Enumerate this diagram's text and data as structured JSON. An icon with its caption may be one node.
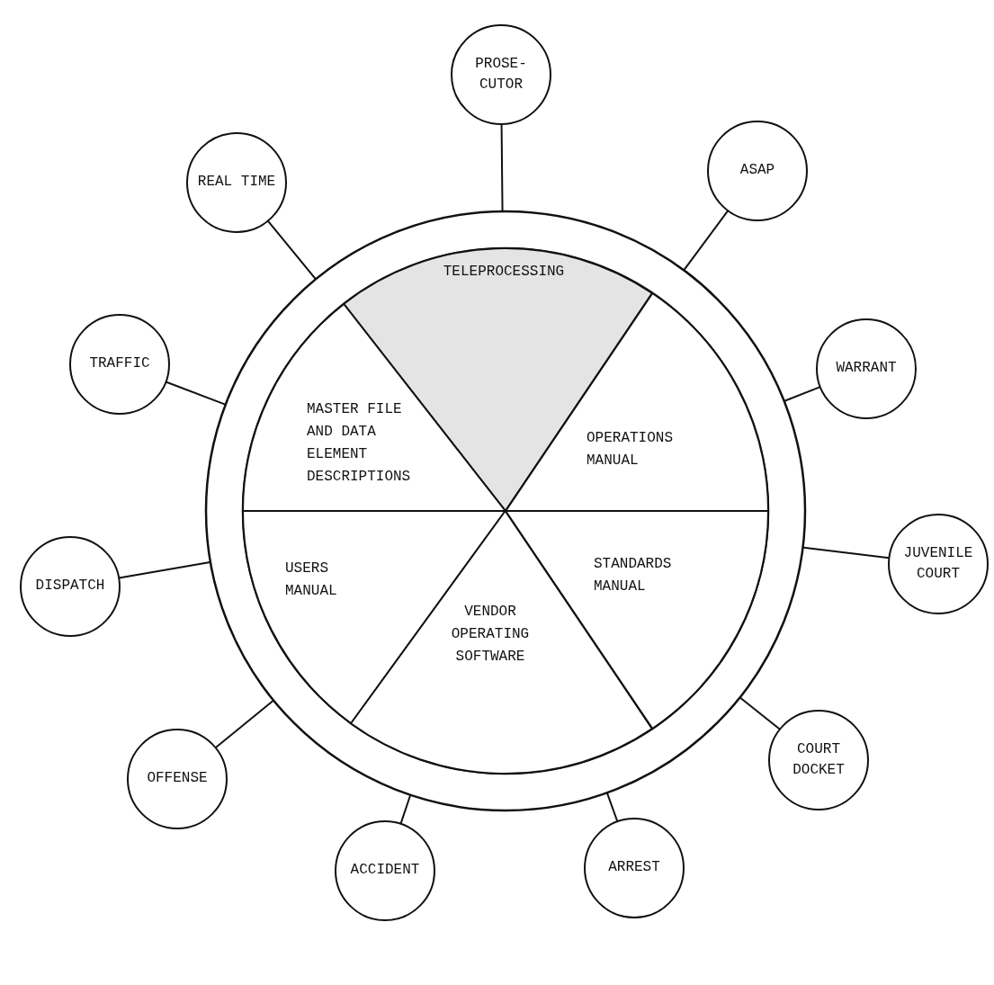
{
  "diagram": {
    "nodes": [
      {
        "text": [],
        "shape": "circle"
      },
      {
        "text": [
          "TELEPROCESSING"
        ],
        "in": 0
      },
      {
        "text": [
          "MASTER FILE AND DATA ELEMENT DESCRIPTIONS"
        ],
        "in": 0
      },
      {
        "text": [
          "OPERATIONS MANUAL"
        ],
        "in": 0
      },
      {
        "text": [
          "USERS MANUAL"
        ],
        "in": 0
      },
      {
        "text": [
          "STANDARDS MANUAL"
        ],
        "in": 0
      },
      {
        "text": [
          "VENDOR OPERATING SOFTWARE"
        ],
        "in": 0
      },
      {
        "text": [
          "PROSE-CUTOR"
        ]
      },
      {
        "text": [
          "ASAP"
        ]
      },
      {
        "text": [
          "WARRANT"
        ]
      },
      {
        "text": [
          "JUVENILE COURT"
        ]
      },
      {
        "text": [
          "COURT DOCKET"
        ]
      },
      {
        "text": [
          "ARREST"
        ]
      },
      {
        "text": [
          "ACCIDENT"
        ]
      },
      {
        "text": [
          "OFFENSE"
        ]
      },
      {
        "text": [
          "DISPATCH"
        ]
      },
      {
        "text": [
          "TRAFFIC"
        ]
      },
      {
        "text": [
          "REAL TIME"
        ]
      }
    ],
    "edges": [
      {
        "from": 0,
        "to": 7,
        "arrow": "none"
      },
      {
        "from": 0,
        "to": 8,
        "arrow": "none"
      },
      {
        "from": 0,
        "to": 9,
        "arrow": "none"
      },
      {
        "from": 0,
        "to": 10,
        "arrow": "none"
      },
      {
        "from": 0,
        "to": 11,
        "arrow": "none"
      },
      {
        "from": 0,
        "to": 12,
        "arrow": "none"
      },
      {
        "from": 0,
        "to": 13,
        "arrow": "none"
      },
      {
        "from": 0,
        "to": 14,
        "arrow": "none"
      },
      {
        "from": 0,
        "to": 15,
        "arrow": "none"
      },
      {
        "from": 0,
        "to": 16,
        "arrow": "none"
      },
      {
        "from": 0,
        "to": 17,
        "arrow": "none"
      }
    ]
  }
}
